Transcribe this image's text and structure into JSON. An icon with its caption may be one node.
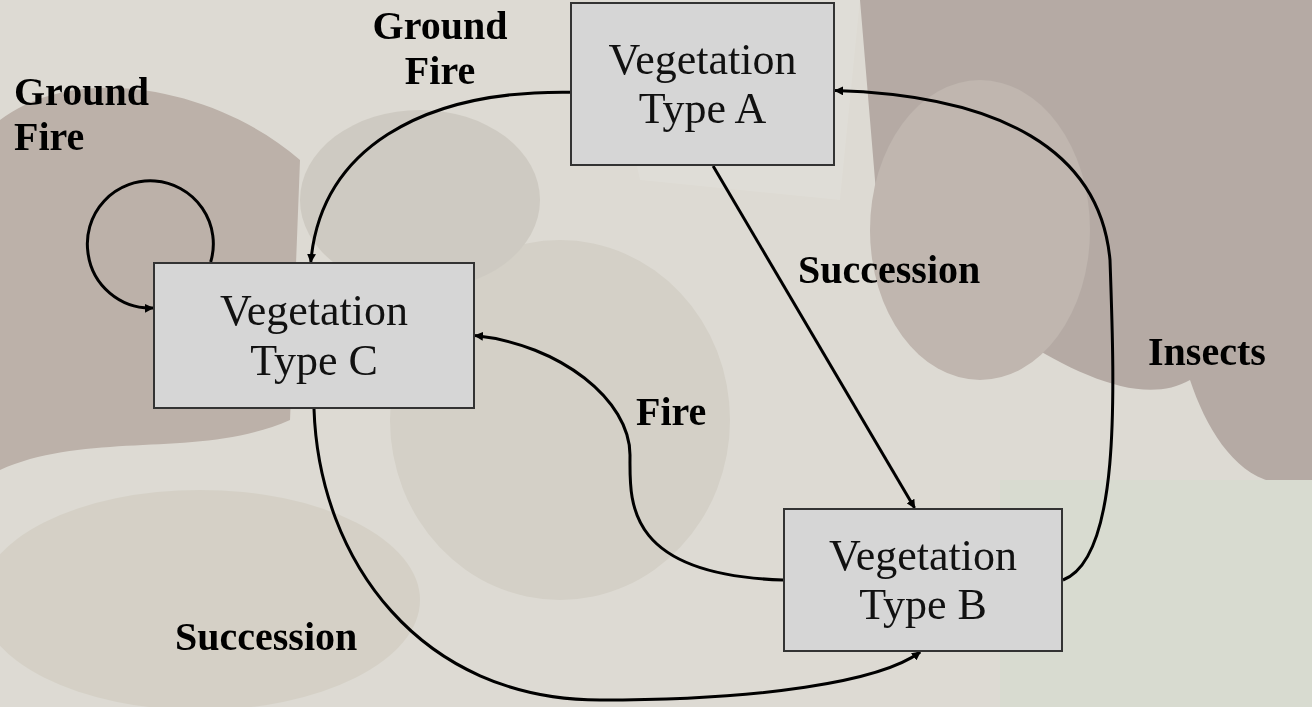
{
  "diagram": {
    "nodes": [
      {
        "text": [
          "Vegetation Type A"
        ]
      },
      {
        "text": [
          "Vegetation Type B"
        ]
      },
      {
        "text": [
          "Vegetation Type C"
        ]
      }
    ],
    "edges": [
      {
        "from": 0,
        "to": 2,
        "arrow": "to",
        "label": "Ground Fire"
      },
      {
        "from": 2,
        "to": 2,
        "arrow": "to",
        "label": "Ground Fire"
      },
      {
        "from": 0,
        "to": 1,
        "arrow": "to",
        "label": "Succession"
      },
      {
        "from": 1,
        "to": 2,
        "arrow": "to",
        "label": "Fire"
      },
      {
        "from": 2,
        "to": 1,
        "arrow": "to",
        "label": "Succession"
      },
      {
        "from": 1,
        "to": 0,
        "arrow": "to",
        "label": "Insects"
      }
    ]
  }
}
